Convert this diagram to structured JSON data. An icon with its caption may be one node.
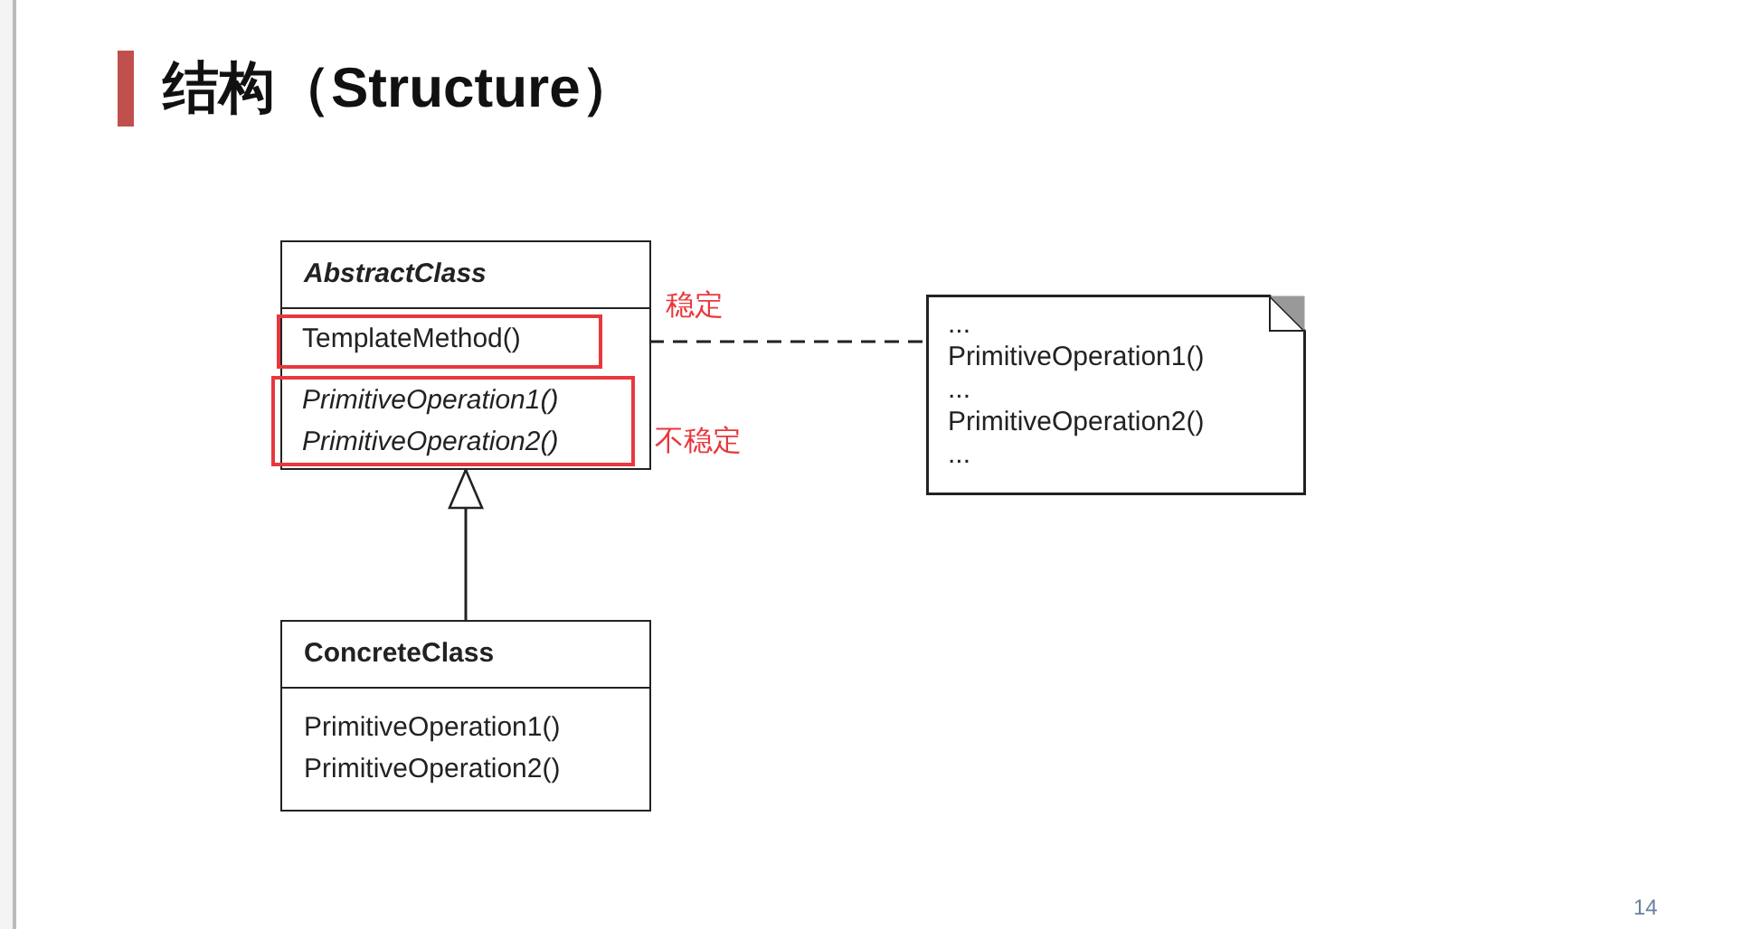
{
  "diagram": {
    "title": "结构（Structure）",
    "nodes": [
      {
        "text": [
          "AbstractClass"
        ]
      },
      {
        "text": [
          "TemplateMethod()"
        ],
        "beside": [
          "稳定"
        ],
        "in": 0
      },
      {
        "text": [
          "PrimitiveOperation1()",
          "PrimitiveOperation2()"
        ],
        "beside": [
          "不稳定"
        ],
        "in": 0
      },
      {
        "text": [
          "... PrimitiveOperation1() ... PrimitiveOperation2() ..."
        ]
      },
      {
        "text": [
          "ConcreteClass",
          "PrimitiveOperation1()",
          "PrimitiveOperation2()"
        ]
      }
    ],
    "edges": [
      {
        "from": 4,
        "to": 0,
        "arrow": "to"
      },
      {
        "from": 1,
        "to": 3,
        "arrow": "other",
        "style": "dashed"
      }
    ],
    "labels": [
      "14"
    ]
  }
}
